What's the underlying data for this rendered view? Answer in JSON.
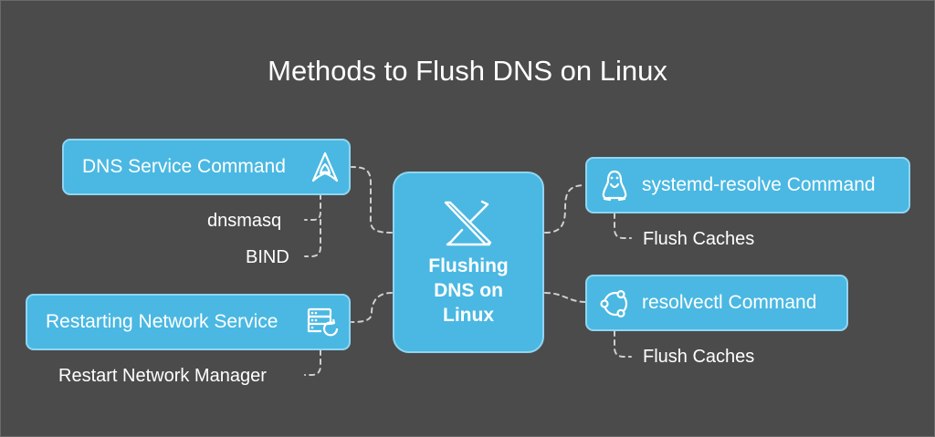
{
  "title": "Methods to Flush DNS on Linux",
  "center": {
    "label": "Flushing\nDNS on\nLinux",
    "icon": "linux-mint-x-icon"
  },
  "left": [
    {
      "label": "DNS Service Command",
      "icon": "arch-linux-icon",
      "children": [
        "dnsmasq",
        "BIND"
      ]
    },
    {
      "label": "Restarting Network Service",
      "icon": "server-restart-icon",
      "children": [
        "Restart Network Manager"
      ]
    }
  ],
  "right": [
    {
      "label": "systemd-resolve Command",
      "icon": "tux-penguin-icon",
      "children": [
        "Flush Caches"
      ]
    },
    {
      "label": "resolvectl Command",
      "icon": "network-cycle-icon",
      "children": [
        "Flush Caches"
      ]
    }
  ],
  "colors": {
    "background": "#4b4b4b",
    "node_fill": "#4ab8e2",
    "node_border": "#8fd6f2",
    "text": "#ffffff",
    "connector": "#cfcfcf"
  }
}
